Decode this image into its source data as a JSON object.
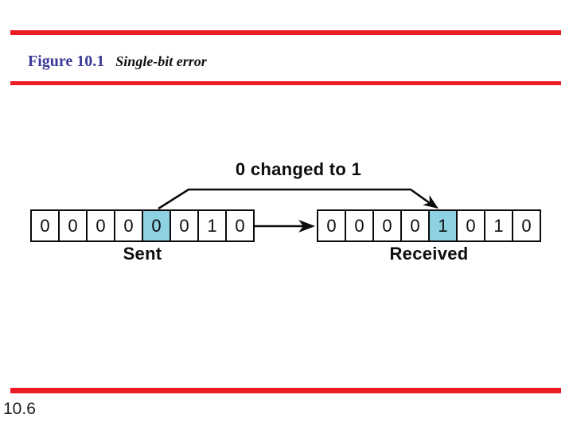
{
  "slide": {
    "figure_label": "Figure 10.1",
    "figure_caption": "Single-bit error",
    "page_number": "10.6"
  },
  "diagram": {
    "annotation": "0 changed to 1",
    "sent": {
      "label": "Sent",
      "bits": [
        "0",
        "0",
        "0",
        "0",
        "0",
        "0",
        "1",
        "0"
      ],
      "highlight_index": 4
    },
    "received": {
      "label": "Received",
      "bits": [
        "0",
        "0",
        "0",
        "0",
        "1",
        "0",
        "1",
        "0"
      ],
      "highlight_index": 4
    }
  },
  "colors": {
    "accent_red": "#EC1C24",
    "title_blue": "#3A3A99",
    "bit_highlight": "#8ED1E1"
  }
}
